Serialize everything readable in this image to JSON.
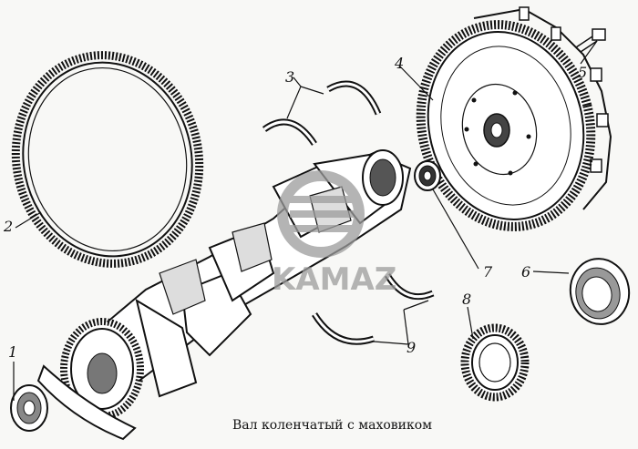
{
  "caption": "Вал коленчатый с маховиком",
  "watermark": "KAMAZ",
  "colors": {
    "ink": "#111111",
    "paper": "#f8f8f6",
    "watermark": "#9c9c9c"
  },
  "callouts": [
    "1",
    "2",
    "3",
    "4",
    "5",
    "6",
    "7",
    "8",
    "9"
  ]
}
